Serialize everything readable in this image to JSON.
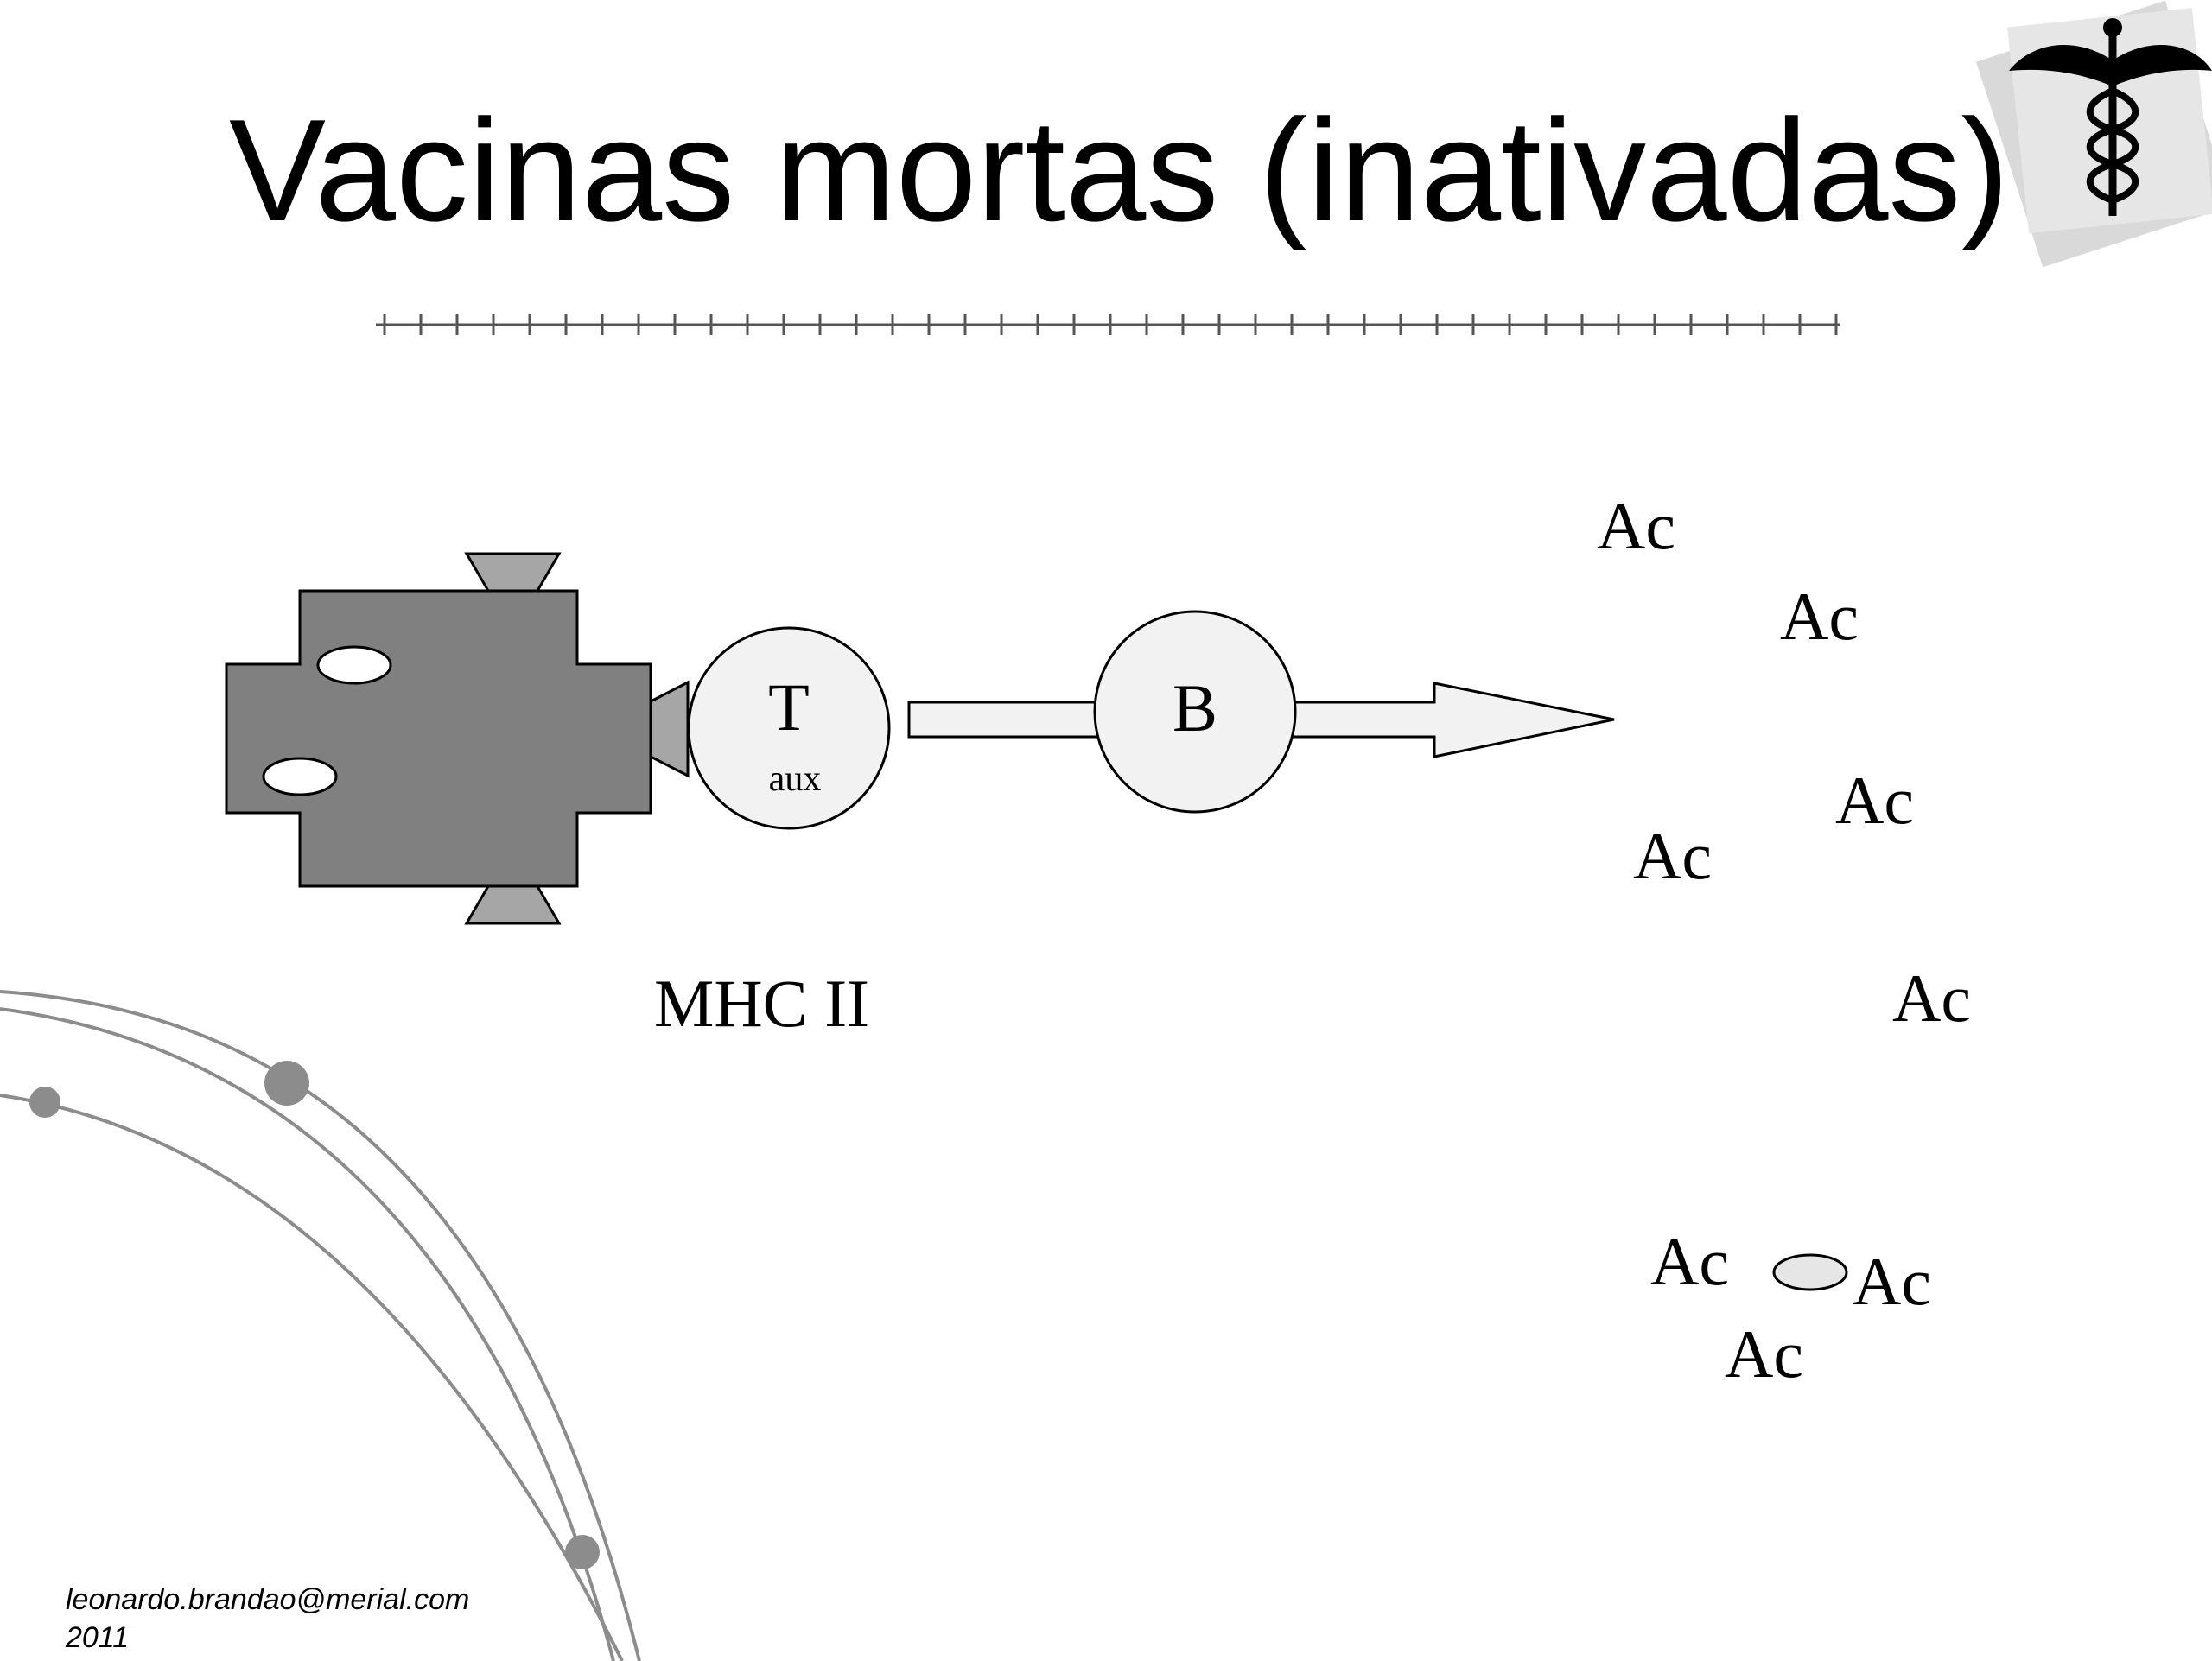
{
  "title": "Vacinas mortas (inativadas)",
  "diagram": {
    "t_cell": {
      "label": "T",
      "sublabel": "aux"
    },
    "b_cell": {
      "label": "B"
    },
    "mhc_label": "MHC II",
    "antibody_label": "Ac",
    "antibody_labels": [
      "Ac",
      "Ac",
      "Ac",
      "Ac",
      "Ac",
      "Ac",
      "Ac",
      "Ac"
    ]
  },
  "footer": {
    "email": "leonardo.brandao@merial.com",
    "year": "2011"
  },
  "colors": {
    "cell_gray": "#808080",
    "receptor_gray": "#a6a6a6",
    "light_fill": "#f2f2f2",
    "curve_gray": "#8c8c8c"
  },
  "icons": {
    "corner_logo": "caduceus-icon"
  }
}
